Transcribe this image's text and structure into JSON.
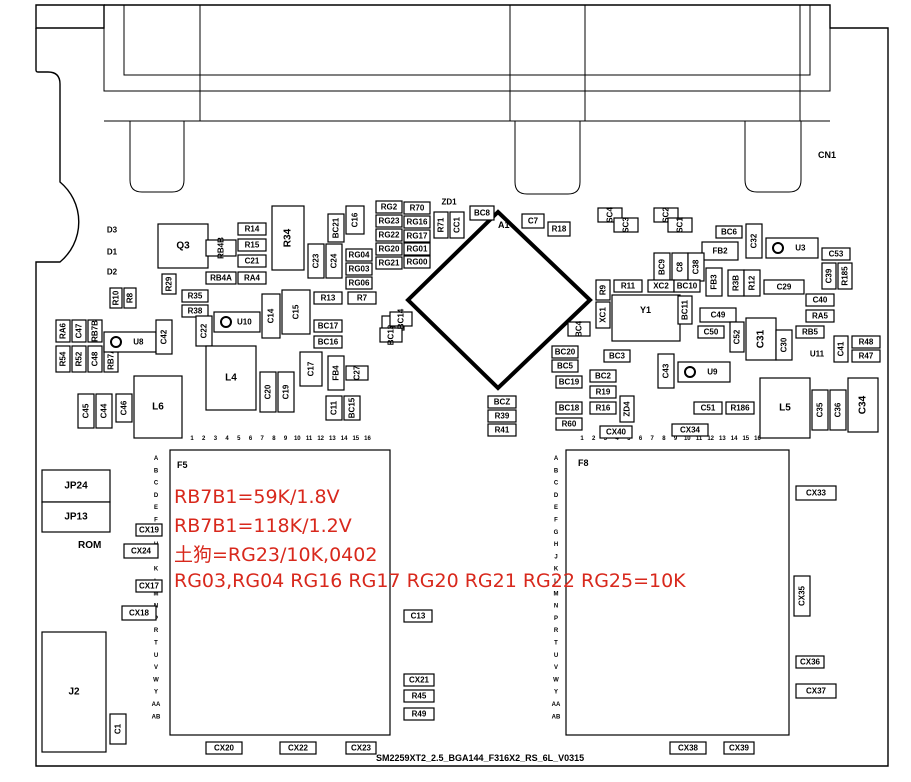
{
  "board": {
    "silkscreen_id": "SM2259XT2_2.5_BGA144_F316X2_RS_6L_V0315",
    "connector_label": "CN1",
    "controller_label": "A1",
    "crystal_label": "Y1",
    "rom_label": "ROM",
    "flash_left_label": "F5",
    "flash_right_label": "F8",
    "column_numbers": [
      "1",
      "2",
      "3",
      "4",
      "5",
      "6",
      "7",
      "8",
      "9",
      "10",
      "11",
      "12",
      "13",
      "14",
      "15",
      "16"
    ],
    "row_letters": [
      "A",
      "B",
      "C",
      "D",
      "E",
      "F",
      "G",
      "H",
      "J",
      "K",
      "L",
      "M",
      "N",
      "P",
      "R",
      "T",
      "U",
      "V",
      "W",
      "Y",
      "AA",
      "AB"
    ],
    "annotations": [
      "RB7B1=59K/1.8V",
      "RB7B1=118K/1.2V",
      "土狗=RG23/10K,0402",
      "RG03,RG04 RG16 RG17 RG20 RG21 RG22 RG25=10K"
    ],
    "components": [
      {
        "id": "Q3",
        "label": "Q3"
      },
      {
        "id": "R34",
        "label": "R34"
      },
      {
        "id": "D3",
        "label": "D3"
      },
      {
        "id": "D1",
        "label": "D1"
      },
      {
        "id": "D2",
        "label": "D2"
      },
      {
        "id": "ZD1",
        "label": "ZD1"
      },
      {
        "id": "R14",
        "label": "R14"
      },
      {
        "id": "R15",
        "label": "R15"
      },
      {
        "id": "C21",
        "label": "C21"
      },
      {
        "id": "RB4B",
        "label": "RB4B"
      },
      {
        "id": "RB4A",
        "label": "RB4A"
      },
      {
        "id": "RA4",
        "label": "RA4"
      },
      {
        "id": "R29",
        "label": "R29"
      },
      {
        "id": "R35",
        "label": "R35"
      },
      {
        "id": "R38",
        "label": "R38"
      },
      {
        "id": "R10",
        "label": "R10"
      },
      {
        "id": "R8",
        "label": "R8"
      },
      {
        "id": "RG2",
        "label": "RG2"
      },
      {
        "id": "C23",
        "label": "C23"
      },
      {
        "id": "C24",
        "label": "C24"
      },
      {
        "id": "C16",
        "label": "C16"
      },
      {
        "id": "BC21",
        "label": "BC21"
      },
      {
        "id": "RG21",
        "label": "RG21"
      },
      {
        "id": "RG23",
        "label": "RG23"
      },
      {
        "id": "RG22",
        "label": "RG22"
      },
      {
        "id": "RG20",
        "label": "RG20"
      },
      {
        "id": "RG04",
        "label": "RG04"
      },
      {
        "id": "RG03",
        "label": "RG03"
      },
      {
        "id": "RG06",
        "label": "RG06"
      },
      {
        "id": "R70",
        "label": "R70"
      },
      {
        "id": "RG16",
        "label": "RG16"
      },
      {
        "id": "RG17",
        "label": "RG17"
      },
      {
        "id": "RG01",
        "label": "RG01"
      },
      {
        "id": "RG00",
        "label": "RG00"
      },
      {
        "id": "R71",
        "label": "R71"
      },
      {
        "id": "CC1",
        "label": "CC1"
      },
      {
        "id": "BC8",
        "label": "BC8"
      },
      {
        "id": "C7",
        "label": "C7"
      },
      {
        "id": "R18",
        "label": "R18"
      },
      {
        "id": "SC4",
        "label": "SC4"
      },
      {
        "id": "SC3",
        "label": "SC3"
      },
      {
        "id": "SC2",
        "label": "SC2"
      },
      {
        "id": "SC1",
        "label": "SC1"
      },
      {
        "id": "BC6",
        "label": "BC6"
      },
      {
        "id": "FB2",
        "label": "FB2"
      },
      {
        "id": "C32",
        "label": "C32"
      },
      {
        "id": "U3",
        "label": "U3"
      },
      {
        "id": "C53",
        "label": "C53"
      },
      {
        "id": "C39",
        "label": "C39"
      },
      {
        "id": "R185",
        "label": "R185"
      },
      {
        "id": "BC9",
        "label": "BC9"
      },
      {
        "id": "C8",
        "label": "C8"
      },
      {
        "id": "C38",
        "label": "C38"
      },
      {
        "id": "FB3",
        "label": "FB3"
      },
      {
        "id": "R3B",
        "label": "R3B"
      },
      {
        "id": "R12",
        "label": "R12"
      },
      {
        "id": "C29",
        "label": "C29"
      },
      {
        "id": "C40",
        "label": "C40"
      },
      {
        "id": "RA5",
        "label": "RA5"
      },
      {
        "id": "R9",
        "label": "R9"
      },
      {
        "id": "R11",
        "label": "R11"
      },
      {
        "id": "XC2",
        "label": "XC2"
      },
      {
        "id": "BC10",
        "label": "BC10"
      },
      {
        "id": "XC1",
        "label": "XC1"
      },
      {
        "id": "BC11",
        "label": "BC11"
      },
      {
        "id": "C49",
        "label": "C49"
      },
      {
        "id": "C50",
        "label": "C50"
      },
      {
        "id": "C52",
        "label": "C52"
      },
      {
        "id": "C31",
        "label": "C31"
      },
      {
        "id": "C30",
        "label": "C30"
      },
      {
        "id": "RB5",
        "label": "RB5"
      },
      {
        "id": "U11",
        "label": "U11"
      },
      {
        "id": "C41",
        "label": "C41"
      },
      {
        "id": "R48",
        "label": "R48"
      },
      {
        "id": "R47",
        "label": "R47"
      },
      {
        "id": "BC3",
        "label": "BC3"
      },
      {
        "id": "C43",
        "label": "C43"
      },
      {
        "id": "U9",
        "label": "U9"
      },
      {
        "id": "BC20",
        "label": "BC20"
      },
      {
        "id": "BC5",
        "label": "BC5"
      },
      {
        "id": "BC19",
        "label": "BC19"
      },
      {
        "id": "BC2",
        "label": "BC2"
      },
      {
        "id": "R19",
        "label": "R19"
      },
      {
        "id": "R16",
        "label": "R16"
      },
      {
        "id": "ZD4",
        "label": "ZD4"
      },
      {
        "id": "BC18",
        "label": "BC18"
      },
      {
        "id": "R60",
        "label": "R60"
      },
      {
        "id": "C51",
        "label": "C51"
      },
      {
        "id": "R186",
        "label": "R186"
      },
      {
        "id": "L5",
        "label": "L5"
      },
      {
        "id": "C35",
        "label": "C35"
      },
      {
        "id": "C36",
        "label": "C36"
      },
      {
        "id": "C34",
        "label": "C34"
      },
      {
        "id": "CX40",
        "label": "CX40"
      },
      {
        "id": "CX34",
        "label": "CX34"
      },
      {
        "id": "BC1",
        "label": "BC1"
      },
      {
        "id": "BC4",
        "label": "BC4"
      },
      {
        "id": "BC13",
        "label": "BC13"
      },
      {
        "id": "BC14",
        "label": "BC14"
      },
      {
        "id": "R13",
        "label": "R13"
      },
      {
        "id": "R7",
        "label": "R7"
      },
      {
        "id": "BC17",
        "label": "BC17"
      },
      {
        "id": "BC16",
        "label": "BC16"
      },
      {
        "id": "FB4",
        "label": "FB4"
      },
      {
        "id": "C27",
        "label": "C27"
      },
      {
        "id": "C11",
        "label": "C11"
      },
      {
        "id": "BC15",
        "label": "BC15"
      },
      {
        "id": "BCZ",
        "label": "BCZ"
      },
      {
        "id": "R39",
        "label": "R39"
      },
      {
        "id": "R41",
        "label": "R41"
      },
      {
        "id": "U10",
        "label": "U10"
      },
      {
        "id": "C14",
        "label": "C14"
      },
      {
        "id": "C15",
        "label": "C15"
      },
      {
        "id": "C22",
        "label": "C22"
      },
      {
        "id": "C17",
        "label": "C17"
      },
      {
        "id": "L4",
        "label": "L4"
      },
      {
        "id": "C20",
        "label": "C20"
      },
      {
        "id": "C19",
        "label": "C19"
      },
      {
        "id": "RA6",
        "label": "RA6"
      },
      {
        "id": "C47",
        "label": "C47"
      },
      {
        "id": "RB7B",
        "label": "RB7B"
      },
      {
        "id": "R54",
        "label": "R54"
      },
      {
        "id": "R52",
        "label": "R52"
      },
      {
        "id": "C48",
        "label": "C48"
      },
      {
        "id": "RB7A",
        "label": "RB7A"
      },
      {
        "id": "U8",
        "label": "U8"
      },
      {
        "id": "C42",
        "label": "C42"
      },
      {
        "id": "L6",
        "label": "L6"
      },
      {
        "id": "C45",
        "label": "C45"
      },
      {
        "id": "C44",
        "label": "C44"
      },
      {
        "id": "C46",
        "label": "C46"
      },
      {
        "id": "JP24",
        "label": "JP24"
      },
      {
        "id": "JP13",
        "label": "JP13"
      },
      {
        "id": "CX19",
        "label": "CX19"
      },
      {
        "id": "CX24",
        "label": "CX24"
      },
      {
        "id": "CX17",
        "label": "CX17"
      },
      {
        "id": "CX18",
        "label": "CX18"
      },
      {
        "id": "J2",
        "label": "J2"
      },
      {
        "id": "C1",
        "label": "C1"
      },
      {
        "id": "C13",
        "label": "C13"
      },
      {
        "id": "CX21",
        "label": "CX21"
      },
      {
        "id": "R45",
        "label": "R45"
      },
      {
        "id": "R49",
        "label": "R49"
      },
      {
        "id": "CX20",
        "label": "CX20"
      },
      {
        "id": "CX22",
        "label": "CX22"
      },
      {
        "id": "CX23",
        "label": "CX23"
      },
      {
        "id": "CX38",
        "label": "CX38"
      },
      {
        "id": "CX39",
        "label": "CX39"
      },
      {
        "id": "CX33",
        "label": "CX33"
      },
      {
        "id": "CX35",
        "label": "CX35"
      },
      {
        "id": "CX36",
        "label": "CX36"
      },
      {
        "id": "CX37",
        "label": "CX37"
      }
    ]
  }
}
